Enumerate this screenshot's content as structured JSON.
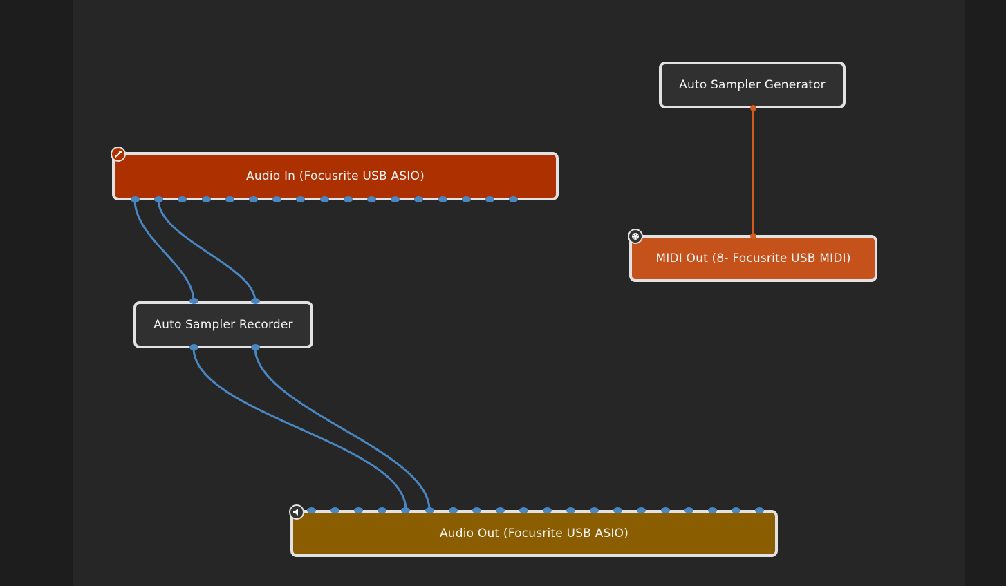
{
  "nodes": {
    "audio_in": {
      "label": "Audio In (Focusrite USB ASIO)",
      "color": "#ad3000",
      "icon": "microphone-icon"
    },
    "sampler_generator": {
      "label": "Auto Sampler Generator",
      "color": "#303030"
    },
    "midi_out": {
      "label": "MIDI Out (8- Focusrite USB MIDI)",
      "color": "#c5511b",
      "icon": "midi-din-icon"
    },
    "sampler_recorder": {
      "label": "Auto Sampler Recorder",
      "color": "#303030"
    },
    "audio_out": {
      "label": "Audio Out (Focusrite USB ASIO)",
      "color": "#8a5d00",
      "icon": "speaker-icon"
    }
  },
  "colors": {
    "canvas": "#262626",
    "background": "#1d1d1d",
    "audio_wire": "#4a86c0",
    "midi_wire": "#d25b1d",
    "node_border": "#e2e2e2"
  }
}
